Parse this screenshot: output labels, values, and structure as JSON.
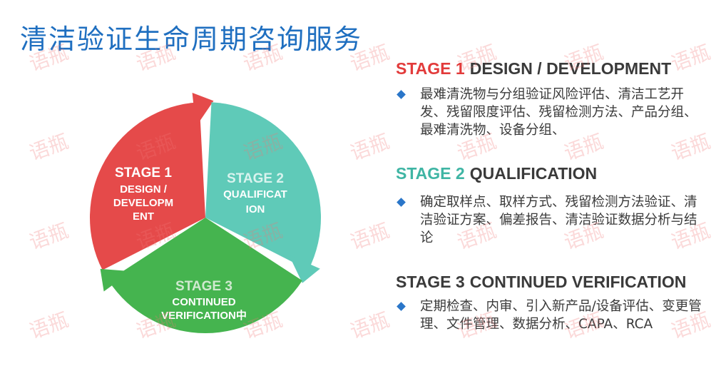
{
  "page": {
    "title": "清洁验证生命周期咨询服务"
  },
  "cycle": {
    "stage1": {
      "label": "STAGE 1",
      "line1": "DESIGN /",
      "line2": "DEVELOPM",
      "line3": "ENT",
      "color": "#e54a4a"
    },
    "stage2": {
      "label": "STAGE 2",
      "line1": "QUALIFICAT",
      "line2": "ION",
      "color": "#5fcab8"
    },
    "stage3": {
      "label": "STAGE 3",
      "line1": "CONTINUED",
      "line2": "VERIFICATION中",
      "color": "#45b44f"
    }
  },
  "stages": [
    {
      "lead": "STAGE 1",
      "rest": "DESIGN / DEVELOPMENT",
      "lead_color": "#e23b3b",
      "rest_color": "#3a3a3a",
      "desc": "最难清洗物与分组验证风险评估、清洁工艺开发、残留限度评估、残留检测方法、产品分组、最难清洗物、设备分组、"
    },
    {
      "lead": "STAGE 2",
      "rest": "QUALIFICATION",
      "lead_color": "#3fb5a4",
      "rest_color": "#3a3a3a",
      "desc": "确定取样点、取样方式、残留检测方法验证、清洁验证方案、偏差报告、清洁验证数据分析与结论"
    },
    {
      "lead": "STAGE 3",
      "rest": "CONTINUED VERIFICATION",
      "lead_color": "#3a3a3a",
      "rest_color": "#3a3a3a",
      "desc": "定期检查、内审、引入新产品/设备评估、变更管理、文件管理、数据分析、CAPA、RCA"
    }
  ],
  "watermark": {
    "text": "语瓶"
  }
}
